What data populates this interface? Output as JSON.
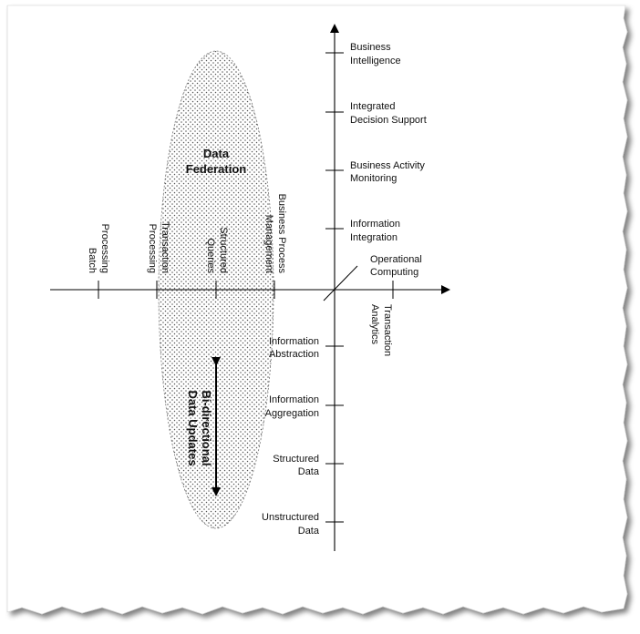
{
  "diagram": {
    "vertical_up_labels": [
      [
        "Business",
        "Intelligence"
      ],
      [
        "Integrated",
        "Decision Support"
      ],
      [
        "Business Activity",
        "Monitoring"
      ],
      [
        "Information",
        "Integration"
      ]
    ],
    "vertical_down_labels": [
      [
        "Information",
        "Abstraction"
      ],
      [
        "Information",
        "Aggregation"
      ],
      [
        "Structured",
        "Data"
      ],
      [
        "Unstructured",
        "Data"
      ]
    ],
    "horizontal_left_labels": [
      [
        "Batch",
        "Processing"
      ],
      [
        "Transaction",
        "Processing"
      ],
      [
        "Structured",
        "Queries"
      ],
      [
        "Business Process",
        "Management"
      ]
    ],
    "horizontal_right_labels": [
      [
        "Transaction",
        "Analytics"
      ]
    ],
    "diagonal_label": [
      "Operational",
      "Computing"
    ],
    "ellipse_title": [
      "Data",
      "Federation"
    ],
    "bidirectional_label": [
      "Bi-directional",
      "Data Updates"
    ]
  }
}
